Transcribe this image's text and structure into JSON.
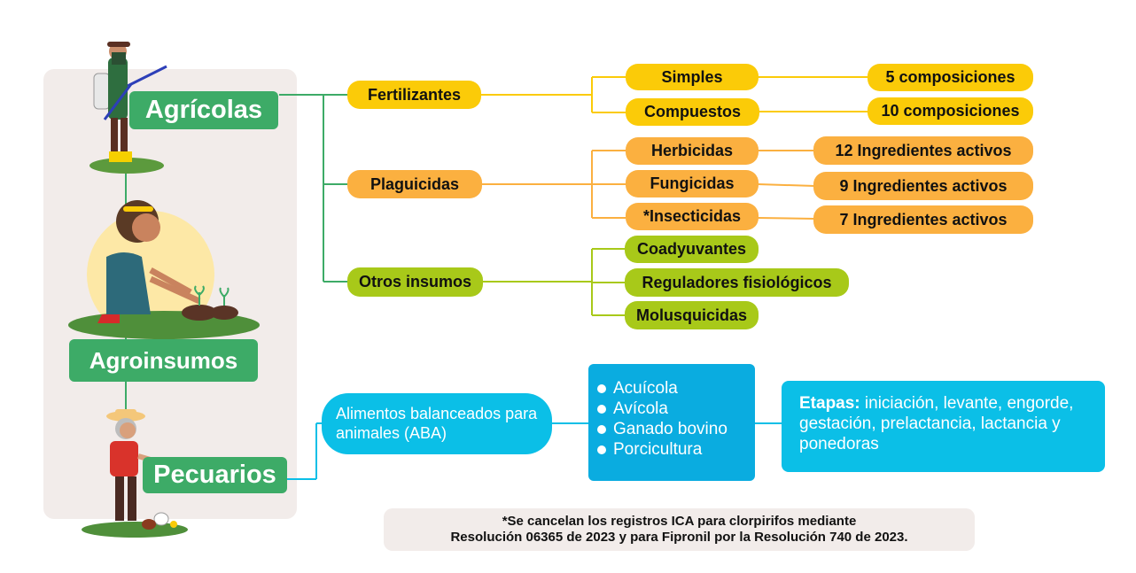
{
  "left": {
    "agricolas": "Agrícolas",
    "agroinsumos": "Agroinsumos",
    "pecuarios": "Pecuarios"
  },
  "tree": {
    "fertilizantes": {
      "label": "Fertilizantes",
      "children": [
        {
          "label": "Simples",
          "detail": "5 composiciones"
        },
        {
          "label": "Compuestos",
          "detail": "10 composiciones"
        }
      ]
    },
    "plaguicidas": {
      "label": "Plaguicidas",
      "children": [
        {
          "label": "Herbicidas",
          "detail": "12 Ingredientes activos"
        },
        {
          "label": "Fungicidas",
          "detail": "9 Ingredientes activos"
        },
        {
          "label": "*Insecticidas",
          "detail": "7 Ingredientes activos"
        }
      ]
    },
    "otros": {
      "label": "Otros insumos",
      "children": [
        {
          "label": "Coadyuvantes"
        },
        {
          "label": "Reguladores fisiológicos"
        },
        {
          "label": "Molusquicidas"
        }
      ]
    }
  },
  "pecuario": {
    "aba": "Alimentos balanceados para animales (ABA)",
    "species": [
      "Acuícola",
      "Avícola",
      "Ganado bovino",
      "Porcicultura"
    ],
    "stages_label": "Etapas:",
    "stages_text": " iniciación, levante, engorde, gestación, prelactancia, lactancia y ponedoras"
  },
  "note": {
    "line1": "*Se cancelan los registros ICA para clorpirifos mediante",
    "line2": "Resolución 06365 de 2023 y para Fipronil por la Resolución 740 de 2023."
  },
  "colors": {
    "green": "#3dab67",
    "yellow": "#fbcb08",
    "orange": "#fbb040",
    "lime": "#a8c919",
    "cyan": "#0bbfe7",
    "blue": "#0aace0",
    "panel": "#f2ecea"
  },
  "icons": [
    "farmer-spraying-illustration",
    "woman-planting-illustration",
    "farmer-feeding-chickens-illustration"
  ]
}
